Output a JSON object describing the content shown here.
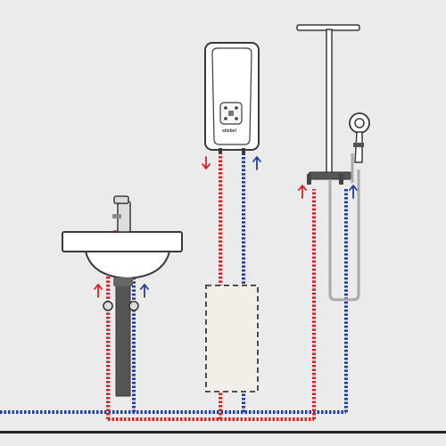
{
  "diagram": {
    "heater_brand": "stiebel",
    "colors": {
      "background": "#ebebeb",
      "hot": "#e02020",
      "cold": "#1f3fa3",
      "outline": "#3a3a3a",
      "fixture_fill": "#ffffff",
      "hidden_box": "#f2efe9"
    },
    "arrows": {
      "heater_outlet": "down-hot",
      "heater_inlet": "up-cold",
      "shower_hot": "up-hot",
      "shower_cold": "up-cold",
      "basin_hot": "up-hot",
      "basin_cold": "up-cold"
    },
    "icons": [
      "instantaneous-water-heater-icon",
      "shower-rail-icon",
      "hand-shower-icon",
      "basin-icon",
      "basin-mixer-tap-icon",
      "siphon-trap-icon",
      "angle-valve-icon"
    ]
  }
}
